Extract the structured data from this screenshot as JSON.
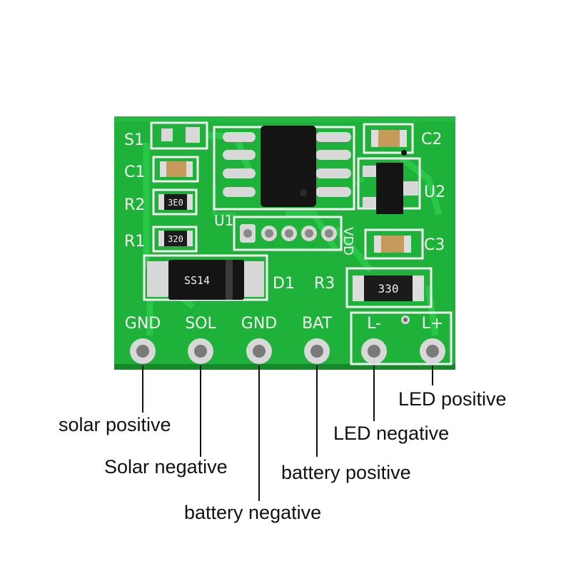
{
  "board": {
    "silkscreen": {
      "s1": "S1",
      "c1": "C1",
      "r2": "R2",
      "r1": "R1",
      "u1": "U1",
      "vdd": "VDD",
      "c2": "C2",
      "u2": "U2",
      "c3": "C3",
      "d1": "D1",
      "r3": "R3"
    },
    "component_marks": {
      "r2": "3E0",
      "r1": "320",
      "r3": "330",
      "d1": "SS14"
    },
    "pins": [
      {
        "label": "GND",
        "description": "solar positive"
      },
      {
        "label": "SOL",
        "description": "Solar negative"
      },
      {
        "label": "GND",
        "description": "battery negative"
      },
      {
        "label": "BAT",
        "description": "battery positive"
      },
      {
        "label": "L-",
        "description": "LED negative"
      },
      {
        "label": "L+",
        "description": "LED positive"
      }
    ]
  },
  "colors": {
    "pcb": "#1fb23a",
    "silkscreen": "#f2f2f2",
    "pad": "#d8d8d8",
    "ic_body": "#141414",
    "text": "#111111"
  }
}
